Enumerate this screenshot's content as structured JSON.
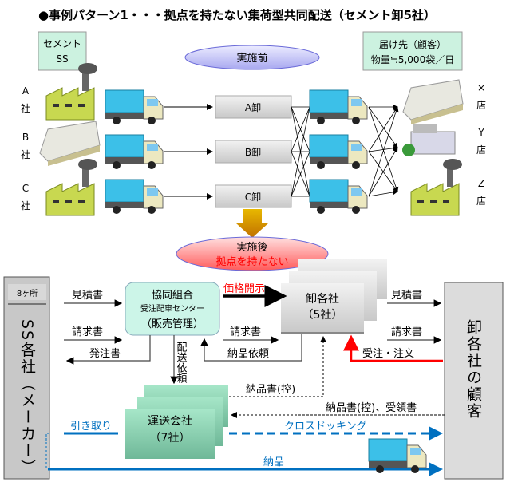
{
  "title": "●事例パターン1・・・拠点を持たない集荷型共同配送（セメント卸5社）",
  "before": {
    "label": "実施前",
    "source_box": [
      "セメント",
      "SS"
    ],
    "dest_box": [
      "届け先（顧客）",
      "物量≒5,000袋／日"
    ],
    "makers": [
      [
        "A",
        "社"
      ],
      [
        "B",
        "社"
      ],
      [
        "C",
        "社"
      ]
    ],
    "wholesalers": [
      "A卸",
      "B卸",
      "C卸"
    ],
    "stores": [
      [
        "×",
        "店"
      ],
      [
        "Y",
        "店"
      ],
      [
        "Z",
        "店"
      ]
    ]
  },
  "after": {
    "label": "実施後",
    "sublabel": "拠点を持たない",
    "ss_box": {
      "badge": "8ヶ所",
      "label": "SS各社（メーカー）"
    },
    "coop": {
      "line1": "協同組合",
      "line2": "受注配車センター",
      "line3": "（販売管理）"
    },
    "wholesale": {
      "line1": "卸各社",
      "line2": "（5社）"
    },
    "transport": {
      "line1": "運送会社",
      "line2": "（7社）"
    },
    "customer": {
      "label": "卸各社の顧客"
    },
    "flows": {
      "quote_left": "見積書",
      "invoice_left": "請求書",
      "order_sheet": "発注書",
      "price_disclosure": "価格開示",
      "invoice_mid": "請求書",
      "delivery_request": "納品依頼",
      "dispatch_request": "配送依頼",
      "quote_right": "見積書",
      "invoice_right": "請求書",
      "orders": "受注・注文",
      "delivery_note_copy": "納品書(控)",
      "delivery_note_receipt": "納品書(控)、受領書",
      "pickup": "引き取り",
      "cross_docking": "クロスドッキング",
      "delivery": "納品"
    }
  },
  "colors": {
    "accent_red": "#ff0000",
    "flow_blue": "#0070c0",
    "mint": "#bff0dc",
    "lavender": "#c8c8f8"
  }
}
